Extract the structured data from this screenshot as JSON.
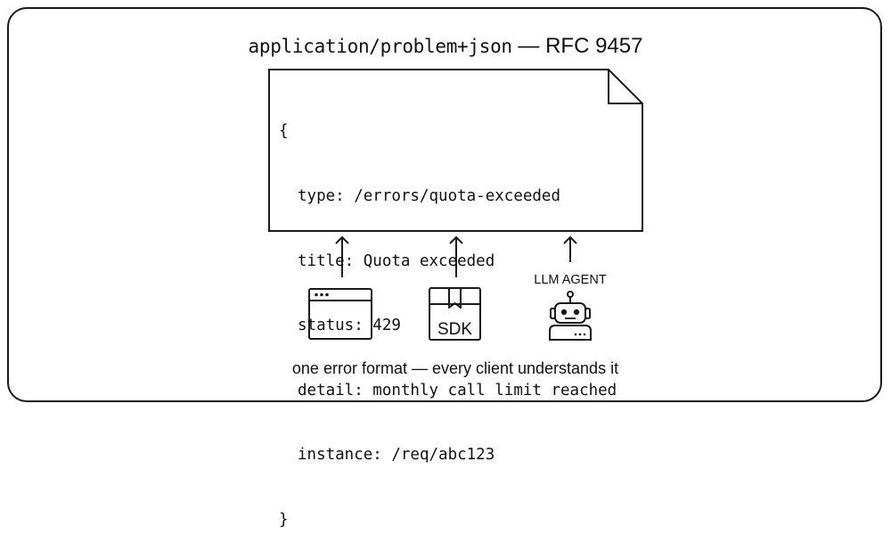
{
  "title": {
    "media_type": "application/problem+json",
    "separator": " — ",
    "rfc": "RFC 9457"
  },
  "document": {
    "open_brace": "{",
    "fields": [
      "type: /errors/quota-exceeded",
      "title: Quota exceeded",
      "status: 429",
      "detail: monthly call limit reached",
      "instance: /req/abc123"
    ],
    "close_brace": "}"
  },
  "clients": [
    {
      "name": "browser-window-icon",
      "label": ""
    },
    {
      "name": "sdk-box-icon",
      "label": "SDK"
    },
    {
      "name": "robot-icon",
      "label": "LLM AGENT"
    }
  ],
  "caption": "one error format — every client understands it",
  "colors": {
    "stroke": "#1a1a1a",
    "background": "#ffffff"
  }
}
